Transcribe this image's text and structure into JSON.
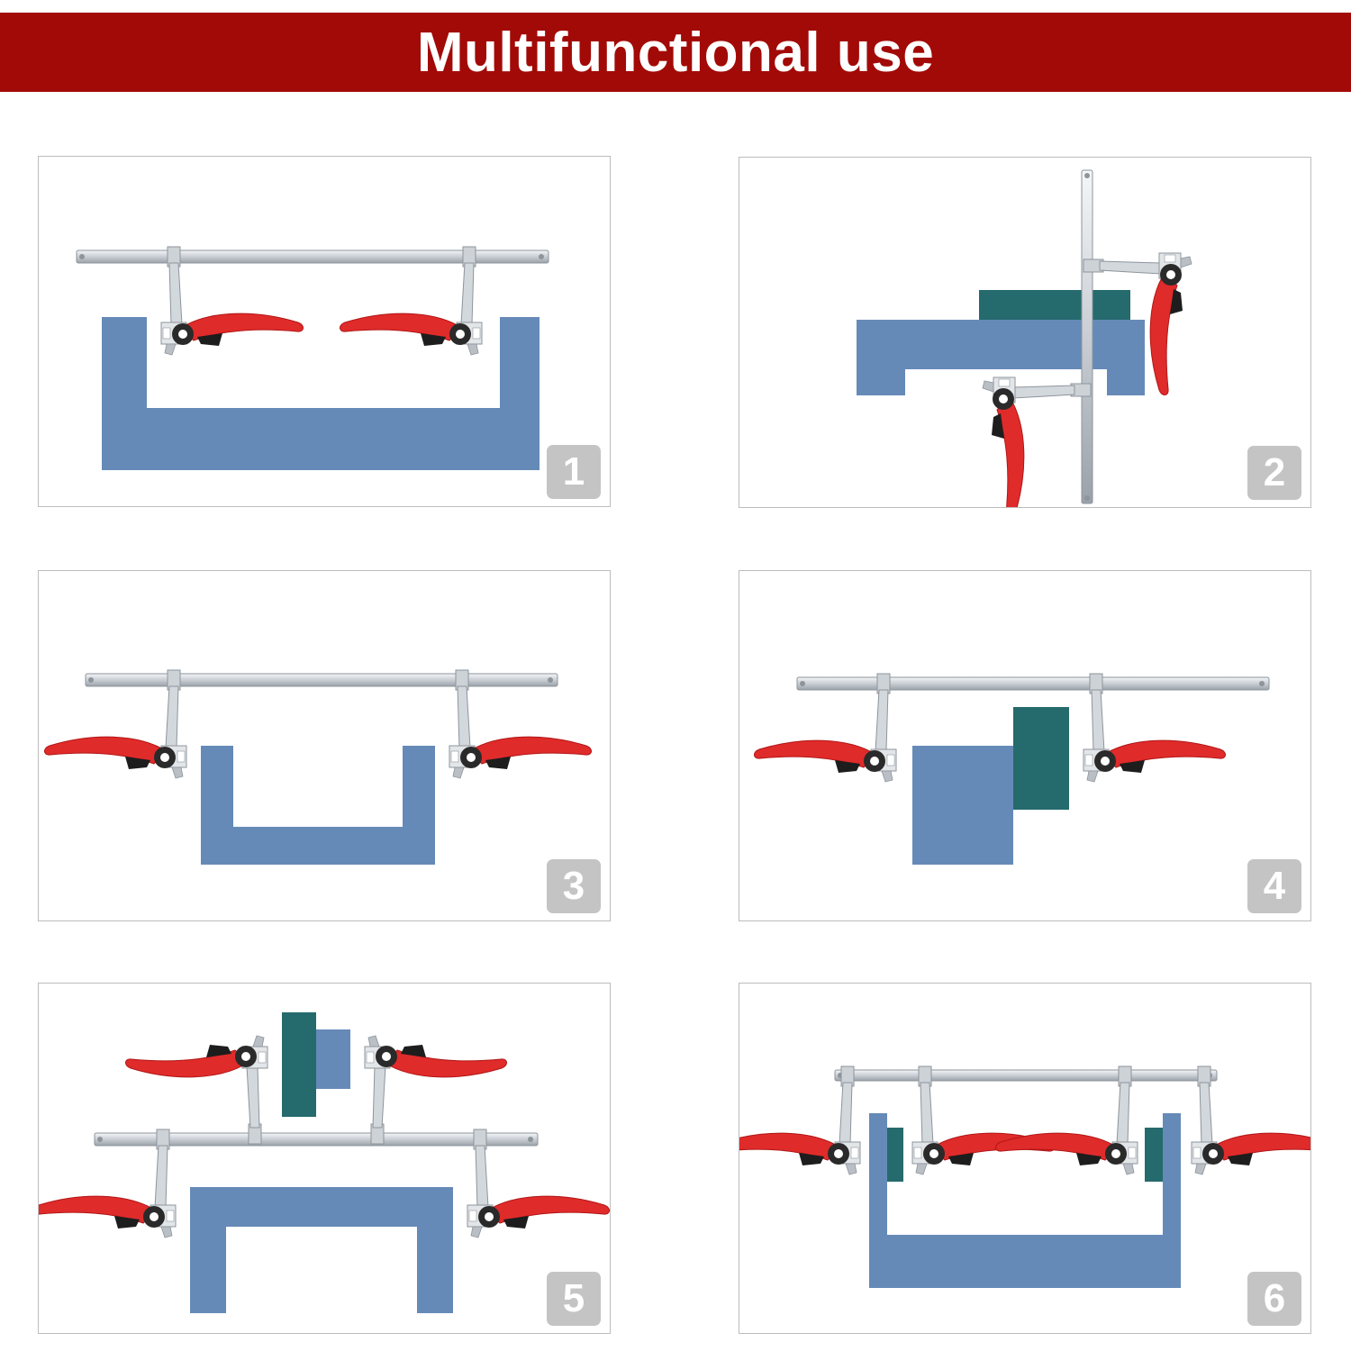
{
  "header": {
    "title": "Multifunctional use"
  },
  "colors": {
    "banner": "#a20a07",
    "workpiece_blue": "#658ab7",
    "workpiece_teal": "#256a6d",
    "clamp_handle_red": "#e02b2b",
    "rail_silver": "#d6dbe0",
    "badge_gray": "#c4c4c4"
  },
  "panels": [
    {
      "number": "1"
    },
    {
      "number": "2"
    },
    {
      "number": "3"
    },
    {
      "number": "4"
    },
    {
      "number": "5"
    },
    {
      "number": "6"
    }
  ]
}
